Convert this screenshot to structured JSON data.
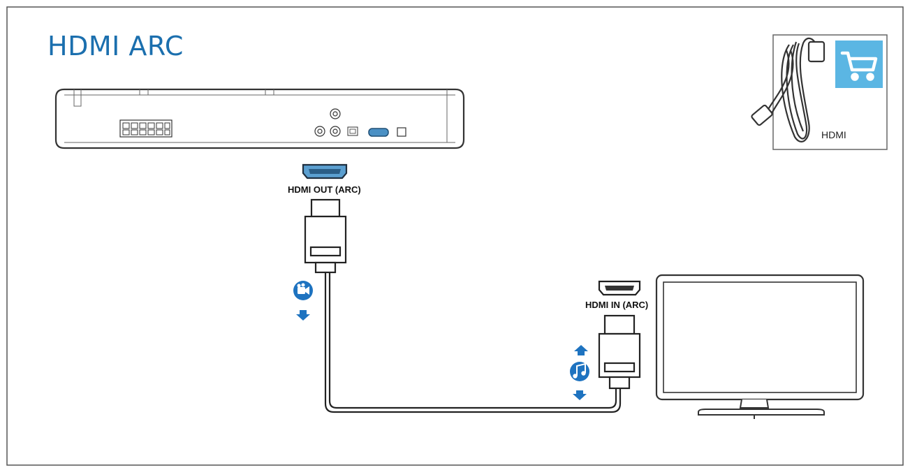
{
  "title": "HDMI ARC",
  "labels": {
    "hdmi_out": "HDMI OUT (ARC)",
    "hdmi_in": "HDMI IN (ARC)",
    "accessory": "HDMI"
  },
  "icons": {
    "accessory_badge": "shopping-cart-icon",
    "video_signal": "video-camera-icon",
    "audio_signal": "music-note-icon"
  },
  "colors": {
    "title": "#1b6fae",
    "port_blue": "#4a90c4",
    "badge_blue": "#5bb6e3",
    "signal_blue": "#1e73c0"
  }
}
